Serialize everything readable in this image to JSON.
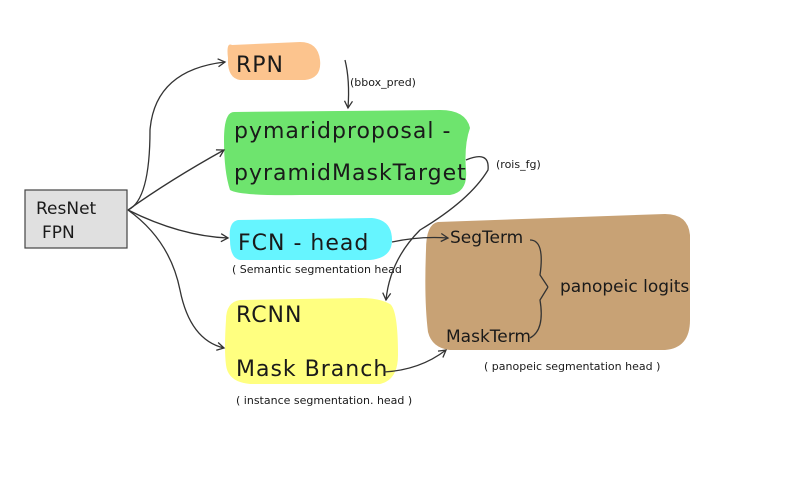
{
  "nodes": {
    "resnet": {
      "line1": "ResNet",
      "line2": "FPN",
      "fill": "#e0e0e0"
    },
    "rpn": {
      "label": "RPN",
      "fill": "#fcc48e"
    },
    "proposal": {
      "line1": "pymaridproposal -",
      "line2": "pyramidMaskTarget",
      "fill": "#6ee46e"
    },
    "fcn": {
      "label": "FCN - head",
      "note": "( Semantic segmentation head",
      "fill": "#66f5ff"
    },
    "rcnn": {
      "line1": "RCNN",
      "line2": "Mask Branch",
      "note": "( instance segmentation. head )",
      "fill": "#ffff80"
    },
    "panoptic": {
      "seg_term": "SegTerm",
      "mask_term": "MaskTerm",
      "logits": "panopeic logits",
      "note": "( panopeic segmentation head )",
      "fill": "#c8a275"
    }
  },
  "edge_labels": {
    "bbox_pred": "(bbox_pred)",
    "rois_fg": "(rois_fg)"
  }
}
